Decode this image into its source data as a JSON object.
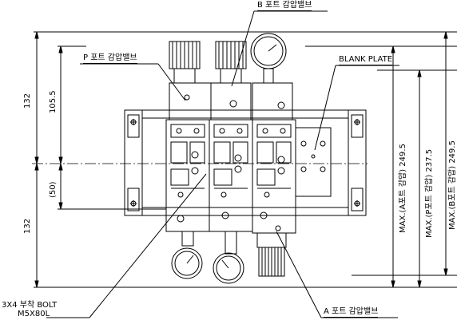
{
  "callouts": {
    "b_port": "B 포트 감압밸브",
    "p_port": "P 포트 감압밸브",
    "blank_plate": "BLANK PLATE",
    "a_port": "A 포트 감압밸브",
    "bolt_line1": "3X4 부착 BOLT",
    "bolt_line2": "M5X80L"
  },
  "dimensions": {
    "left_top": "132",
    "left_bottom": "132",
    "inner_top": "105.5",
    "inner_mid": "(50)",
    "right_a": "MAX.(A포트 감압) 249.5",
    "right_p": "MAX.(P포트 감압) 237.5",
    "right_b": "MAX.(B포트 감압) 249.5"
  },
  "colors": {
    "line": "#000000",
    "background": "#ffffff"
  }
}
